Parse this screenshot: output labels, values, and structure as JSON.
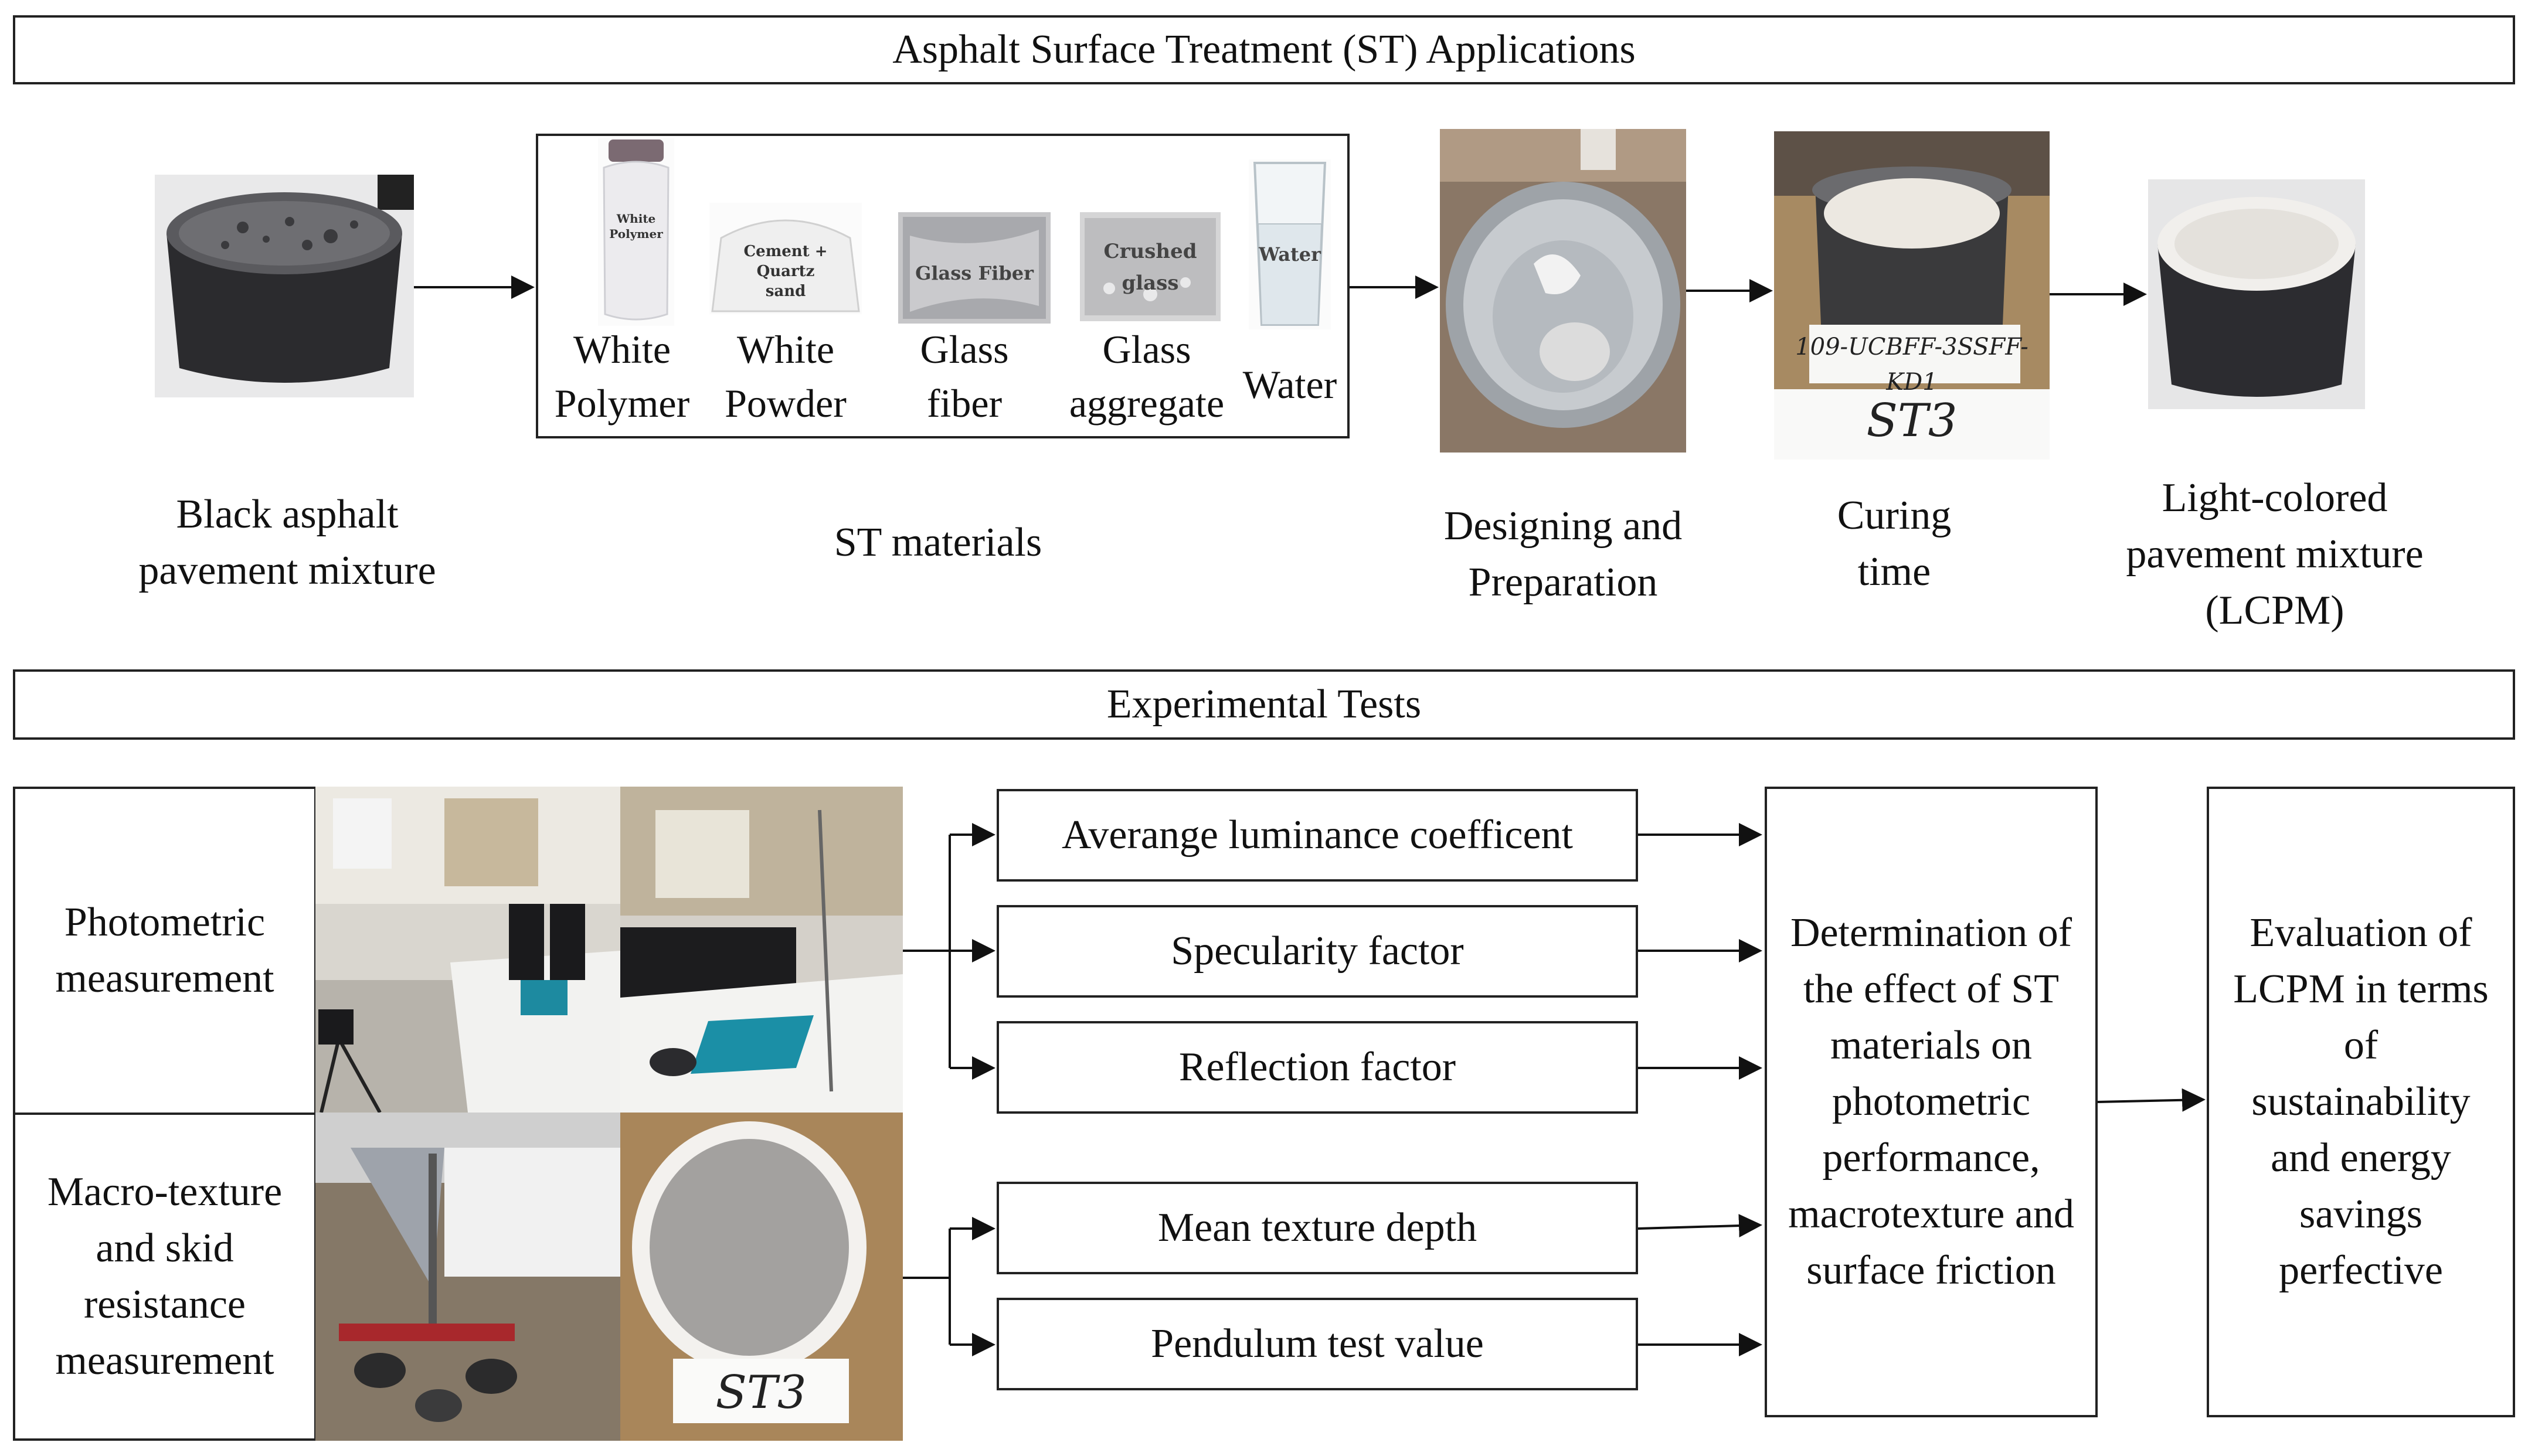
{
  "header_top": "Asphalt Surface Treatment (ST) Applications",
  "header_bottom": "Experimental Tests",
  "stages": {
    "black_asphalt": [
      "Black asphalt",
      "pavement mixture"
    ],
    "st_materials": "ST materials",
    "designing": [
      "Designing and",
      "Preparation"
    ],
    "curing": [
      "Curing",
      "time"
    ],
    "lcpm": [
      "Light-colored",
      "pavement mixture",
      "(LCPM)"
    ]
  },
  "materials": [
    {
      "name": [
        "White",
        "Polymer"
      ],
      "package_text": [
        "White",
        "Polymer"
      ]
    },
    {
      "name": [
        "White",
        "Powder"
      ],
      "package_text": [
        "Cement +",
        "Quartz",
        "sand"
      ]
    },
    {
      "name": [
        "Glass",
        "fiber"
      ],
      "package_text": [
        "Glass Fiber"
      ]
    },
    {
      "name": [
        "Glass",
        "aggregate"
      ],
      "package_text": [
        "Crushed",
        "glass"
      ]
    },
    {
      "name": [
        "Water"
      ],
      "package_text": [
        "Water"
      ]
    }
  ],
  "sample_labels": {
    "curing_tag": "109-UCBFF-3SSFF-KD1",
    "curing_id": "ST3",
    "texture_sample_id": "ST3"
  },
  "measurements": {
    "photometric": [
      "Photometric",
      "measurement"
    ],
    "macrotexture": [
      "Macro-texture",
      "and skid",
      "resistance",
      "measurement"
    ]
  },
  "tests": [
    "Averange luminance coefficent",
    "Specularity factor",
    "Reflection factor",
    "Mean texture depth",
    "Pendulum test value"
  ],
  "determination": [
    "Determination of",
    "the effect of ST",
    "materials on",
    "photometric",
    "performance,",
    "macrotexture and",
    "surface friction"
  ],
  "evaluation": [
    "Evaluation of",
    "LCPM in terms",
    "of",
    "sustainability",
    "and energy",
    "savings",
    "perfective"
  ]
}
